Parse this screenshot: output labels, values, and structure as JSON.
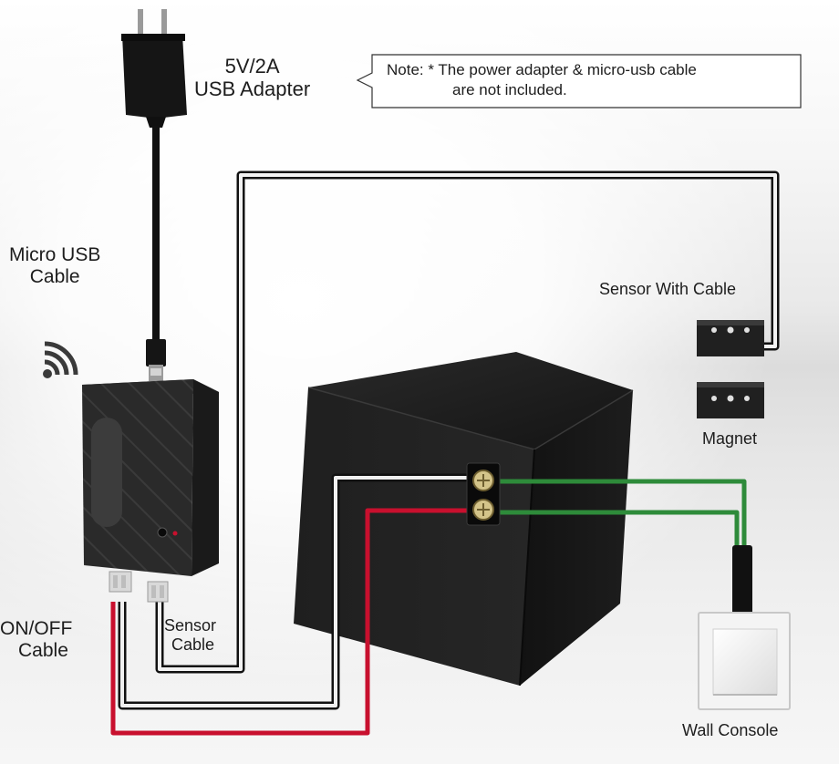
{
  "labels": {
    "adapter_line1": "5V/2A",
    "adapter_line2": "USB Adapter",
    "note_line1": "Note: * The power adapter & micro-usb cable",
    "note_line2": "are not included.",
    "micro_usb_line1": "Micro USB",
    "micro_usb_line2": "Cable",
    "onoff_line1": "ON/OFF",
    "onoff_line2": "Cable",
    "sensor_cable_line1": "Sensor",
    "sensor_cable_line2": "Cable",
    "sensor_with_cable": "Sensor With Cable",
    "magnet": "Magnet",
    "wall_console": "Wall Console"
  },
  "icons": {
    "wifi": "wifi-icon",
    "plug": "power-plug-icon",
    "terminal": "screw-terminal-icon",
    "switch": "wall-switch-icon"
  },
  "colors": {
    "device": "#2b2b2b",
    "opener": "#1c1c1c",
    "cable_black": "#111111",
    "cable_red": "#c8102e",
    "cable_green": "#2e8b3a",
    "terminal_gold": "#c8b878"
  }
}
